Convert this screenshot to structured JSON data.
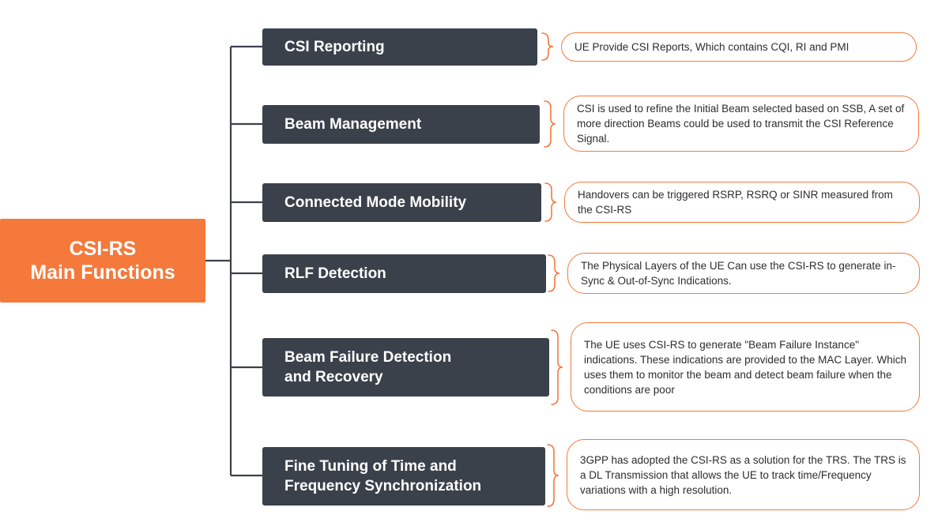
{
  "diagram": {
    "type": "mind-map",
    "root": {
      "line1": "CSI-RS",
      "line2": "Main Functions",
      "color": "#f4793b",
      "text_color": "#ffffff"
    },
    "node_color": "#3b414b",
    "brace_color": "#f4793b",
    "branches": [
      {
        "title": "CSI Reporting",
        "title_line2": "",
        "description": "UE Provide CSI Reports, Which contains CQI, RI and PMI"
      },
      {
        "title": "Beam Management",
        "title_line2": "",
        "description": "CSI is used to refine the Initial Beam selected based on SSB, A set of more direction Beams could be used to transmit the CSI Reference Signal."
      },
      {
        "title": "Connected Mode Mobility",
        "title_line2": "",
        "description": "Handovers can be triggered RSRP, RSRQ or SINR measured from the CSI-RS"
      },
      {
        "title": "RLF Detection",
        "title_line2": "",
        "description": "The Physical Layers of the UE Can use the CSI-RS to generate in-Sync & Out-of-Sync Indications."
      },
      {
        "title": "Beam Failure Detection",
        "title_line2": "and Recovery",
        "description": "The UE uses CSI-RS to generate \"Beam Failure Instance\" indications. These indications are provided to the MAC Layer. Which uses them to monitor the beam and detect beam failure when the conditions are poor"
      },
      {
        "title": "Fine Tuning of Time and",
        "title_line2": "Frequency Synchronization",
        "description": "3GPP has adopted the CSI-RS as a solution for the TRS. The TRS is a DL Transmission that allows the UE to track time/Frequency variations with a high resolution."
      }
    ]
  }
}
